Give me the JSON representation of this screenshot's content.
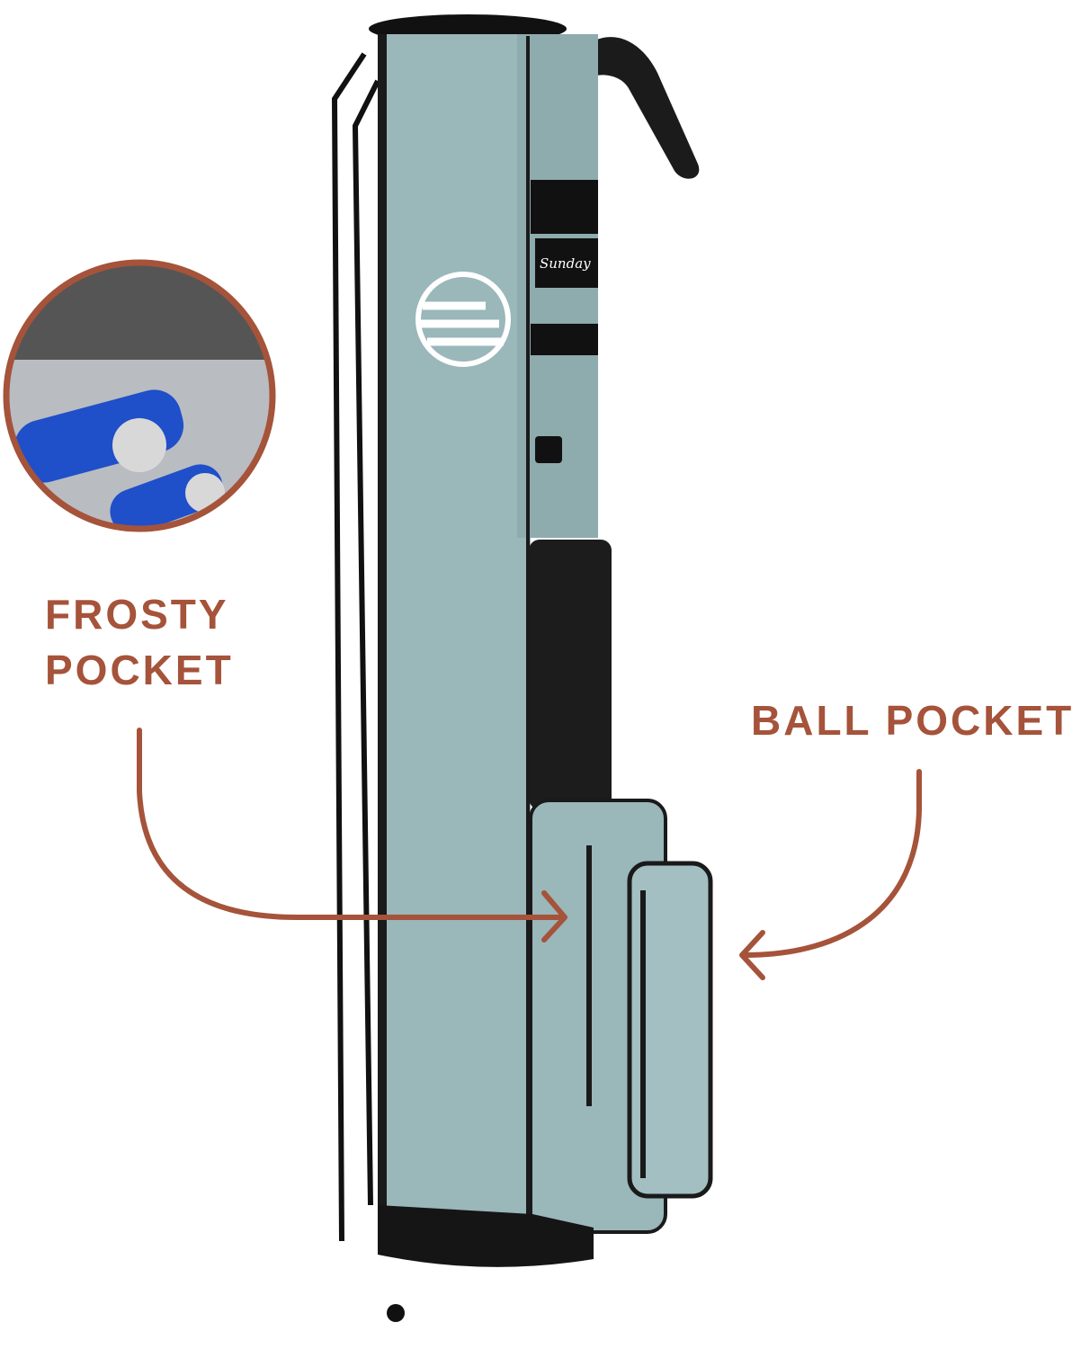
{
  "callouts": {
    "frosty_line1": "FROSTY",
    "frosty_line2": "POCKET",
    "ball": "BALL POCKET"
  },
  "colors": {
    "accent": "#a5533a",
    "bag": "#9ab7ba",
    "trim": "#1a1a1a"
  },
  "brand_logo_text": "Sunday"
}
